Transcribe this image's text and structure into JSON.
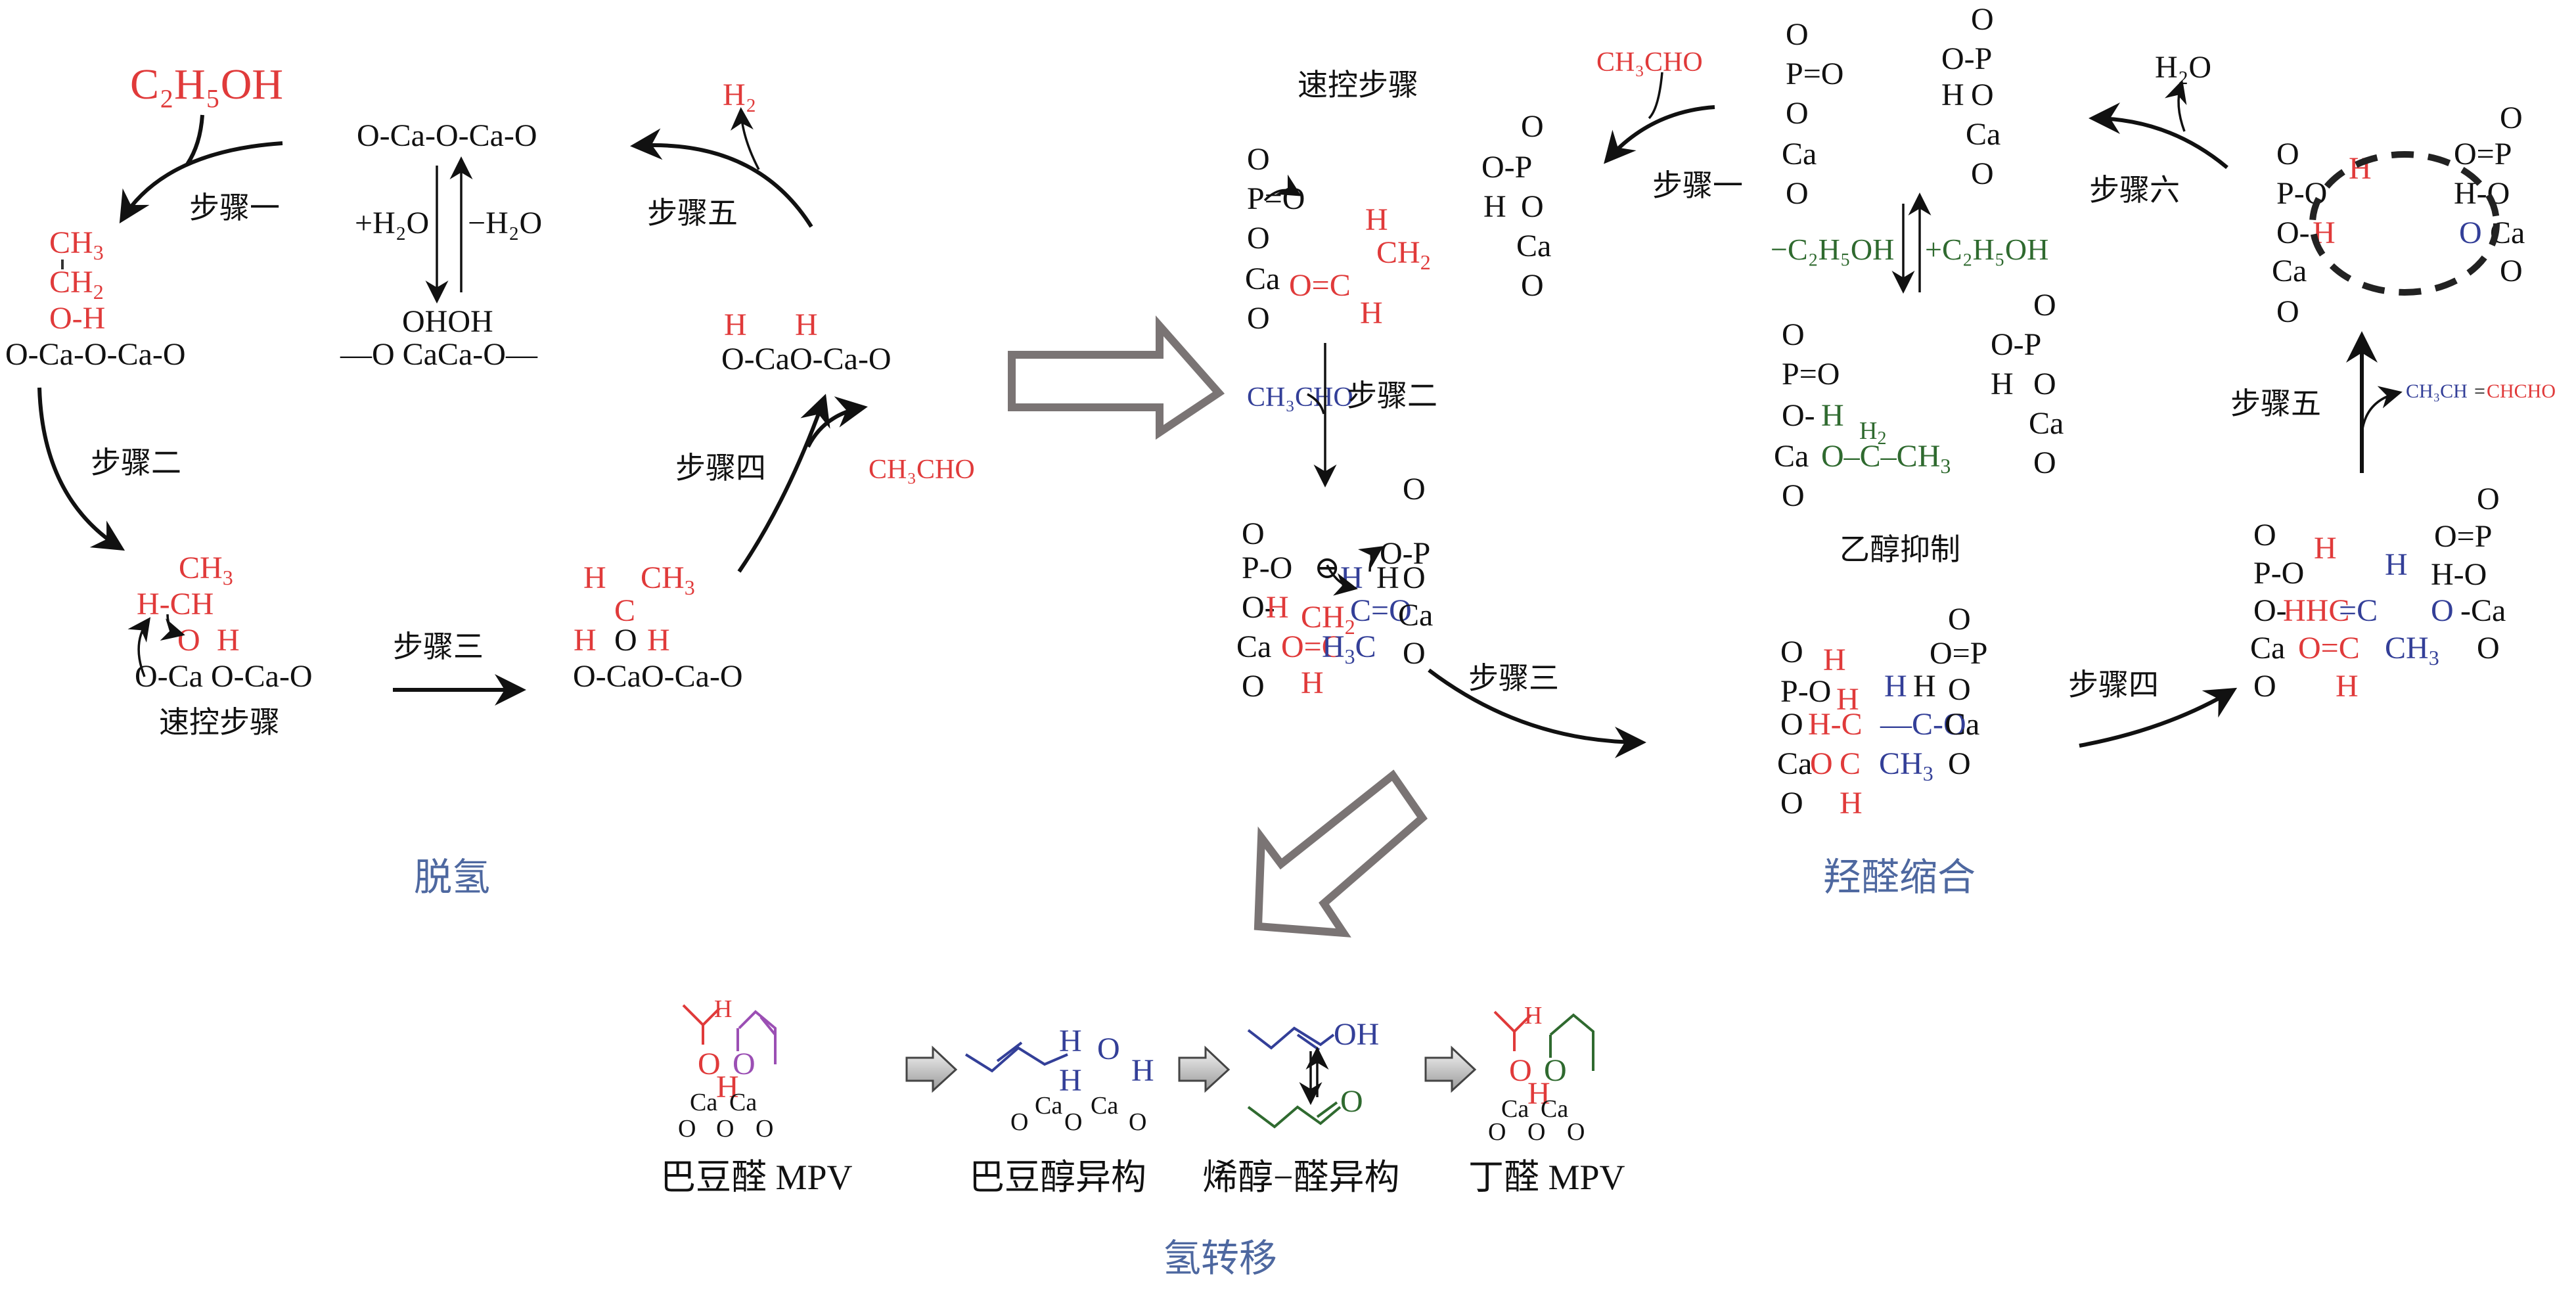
{
  "sections": {
    "dehydrogenation": "脱氢",
    "aldol_condensation": "羟醛缩合",
    "hydrogen_transfer": "氢转移",
    "ethanol_inhibition": "乙醇抑制"
  },
  "colors": {
    "reactant_red": "#e03a3a",
    "second_molecule_blue": "#333f98",
    "ethanol_green": "#2f6a2f",
    "section_label_blue": "#4e68a0",
    "block_arrow_gray": "#7a7474"
  },
  "steps": {
    "s1": "步骤一",
    "s2": "步骤二",
    "s3": "步骤三",
    "s4": "步骤四",
    "s5": "步骤五",
    "s6": "步骤六",
    "rate_limiting": "速控步骤"
  },
  "species": {
    "ethanol": "C₂H₅OH",
    "minus_ethanol": "−C₂H₅OH",
    "plus_ethanol": "+C₂H₅OH",
    "hydrogen": "H₂",
    "water": "H₂O",
    "plus_water": "+H₂O",
    "minus_water": "−H₂O",
    "acetaldehyde": "CH₃CHO",
    "crotonaldehyde_part1": "CH₃CH",
    "crotonaldehyde_part2": "CHCHO"
  },
  "surfaces": {
    "cao_chain": "O-Ca-O-Ca-O",
    "cao_hydroxylated_top": "OHOH",
    "cao_hydroxylated_bottom": "—O CaCa-O—",
    "cao_after_h": "O-CaO-Ca-O",
    "cao_split": "O-Ca O-Ca-O"
  },
  "hydrogen_transfer": {
    "stages": [
      {
        "label": "巴豆醛  MPV"
      },
      {
        "label": "巴豆醇异构"
      },
      {
        "label": "烯醇−醛异构"
      },
      {
        "label": "丁醛  MPV"
      }
    ],
    "enol_oh": "OH",
    "aldehyde_o": "O"
  }
}
